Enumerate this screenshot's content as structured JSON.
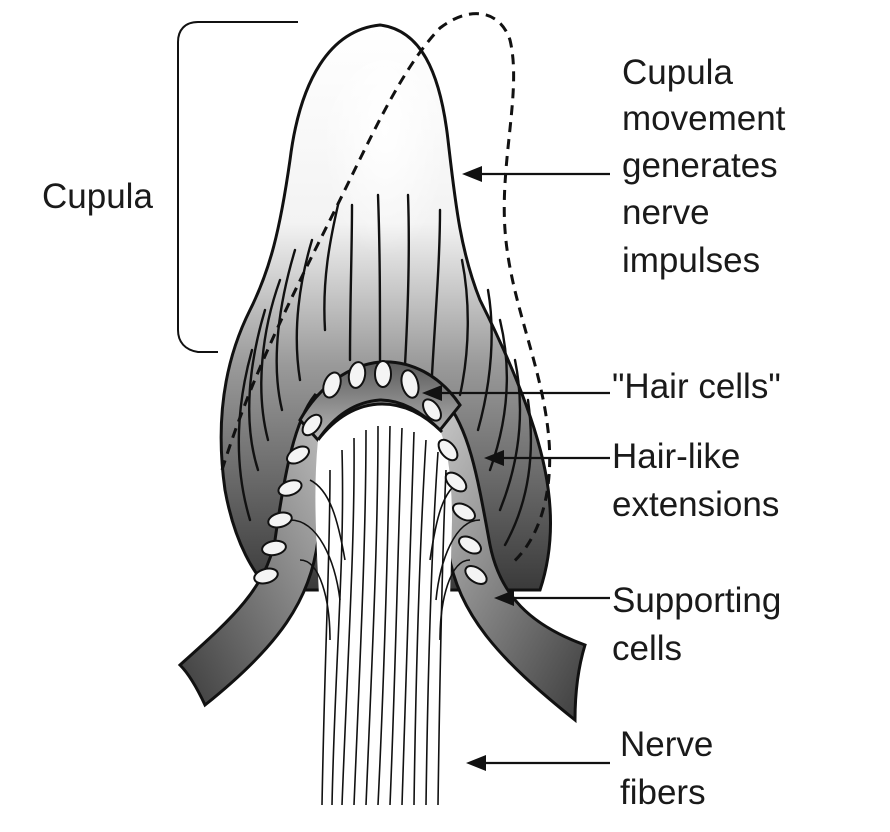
{
  "labels": {
    "cupula": "Cupula",
    "cupula_movement": [
      "Cupula",
      "movement",
      "generates",
      "nerve",
      "impulses"
    ],
    "hair_cells": "\"Hair cells\"",
    "hair_like": [
      "Hair-like",
      "extensions"
    ],
    "supporting": [
      "Supporting",
      "cells"
    ],
    "nerve_fibers": [
      "Nerve",
      "fibers"
    ]
  }
}
